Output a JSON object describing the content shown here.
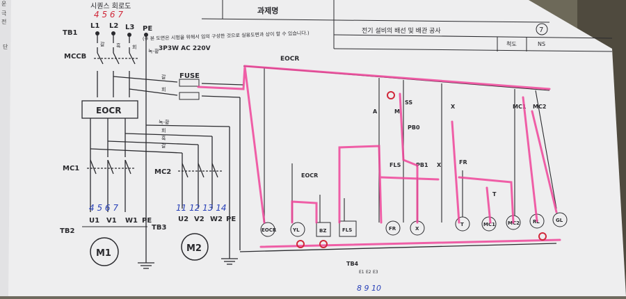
{
  "header": {
    "sequence_title": "시퀀스 회로도",
    "note": "(※ 본 도면은 시험을 위해서 임의 구성한 것으로 실용도면과 상이 할 수 있습니다.)",
    "task_label": "과제명",
    "task_name": "전기 설비의 배선 및 배관 공사",
    "scale_label": "척도",
    "scale_value": "NS",
    "sheet_number": "7"
  },
  "terminals": {
    "tb1": "TB1",
    "lines": [
      "L1",
      "L2",
      "L3",
      "PE"
    ],
    "supply": "3P3W AC 220V",
    "tb2": "TB2",
    "tb3": "TB3",
    "tb4": "TB4",
    "motor1_terminals": [
      "U1",
      "V1",
      "W1",
      "PE"
    ],
    "motor2_terminals": [
      "U2",
      "V2",
      "W2",
      "PE"
    ],
    "tb4_terminals": [
      "E1",
      "E2",
      "E3"
    ]
  },
  "devices": {
    "mccb": "MCCB",
    "eocr": "EOCR",
    "fuse": "FUSE",
    "mc1": "MC1",
    "mc2": "MC2",
    "motor1": "M1",
    "motor2": "M2",
    "eocr_contact": "EOCR",
    "ss": "SS",
    "pb0": "PB0",
    "pb1": "PB1",
    "fls": "FLS",
    "fr": "FR",
    "x": "X",
    "a": "A",
    "m": "M",
    "t": "T"
  },
  "wire_colors": {
    "mccb": [
      "갈",
      "흑",
      "회",
      "녹-황"
    ],
    "fuse_top": "갈",
    "fuse_bottom": "회",
    "mc2_feed": [
      "녹-황",
      "회",
      "흑",
      "갈"
    ]
  },
  "loads": [
    "EOCR",
    "YL",
    "BZ",
    "FLS",
    "FR",
    "X",
    "T",
    "MC1",
    "MC2",
    "RL",
    "GL"
  ],
  "handwritten": {
    "top_numbers": "4 5 6 7",
    "motor_numbers": "4 5 6 7",
    "motor2_numbers": "11 12 13 14",
    "tb4_numbers": "8 9 10"
  },
  "colors": {
    "paper": "#eeeeef",
    "ink": "#2a2a2e",
    "highlighter": "#f0459a",
    "blue_pen": "#2840b8",
    "red_pen": "#d0283a"
  }
}
